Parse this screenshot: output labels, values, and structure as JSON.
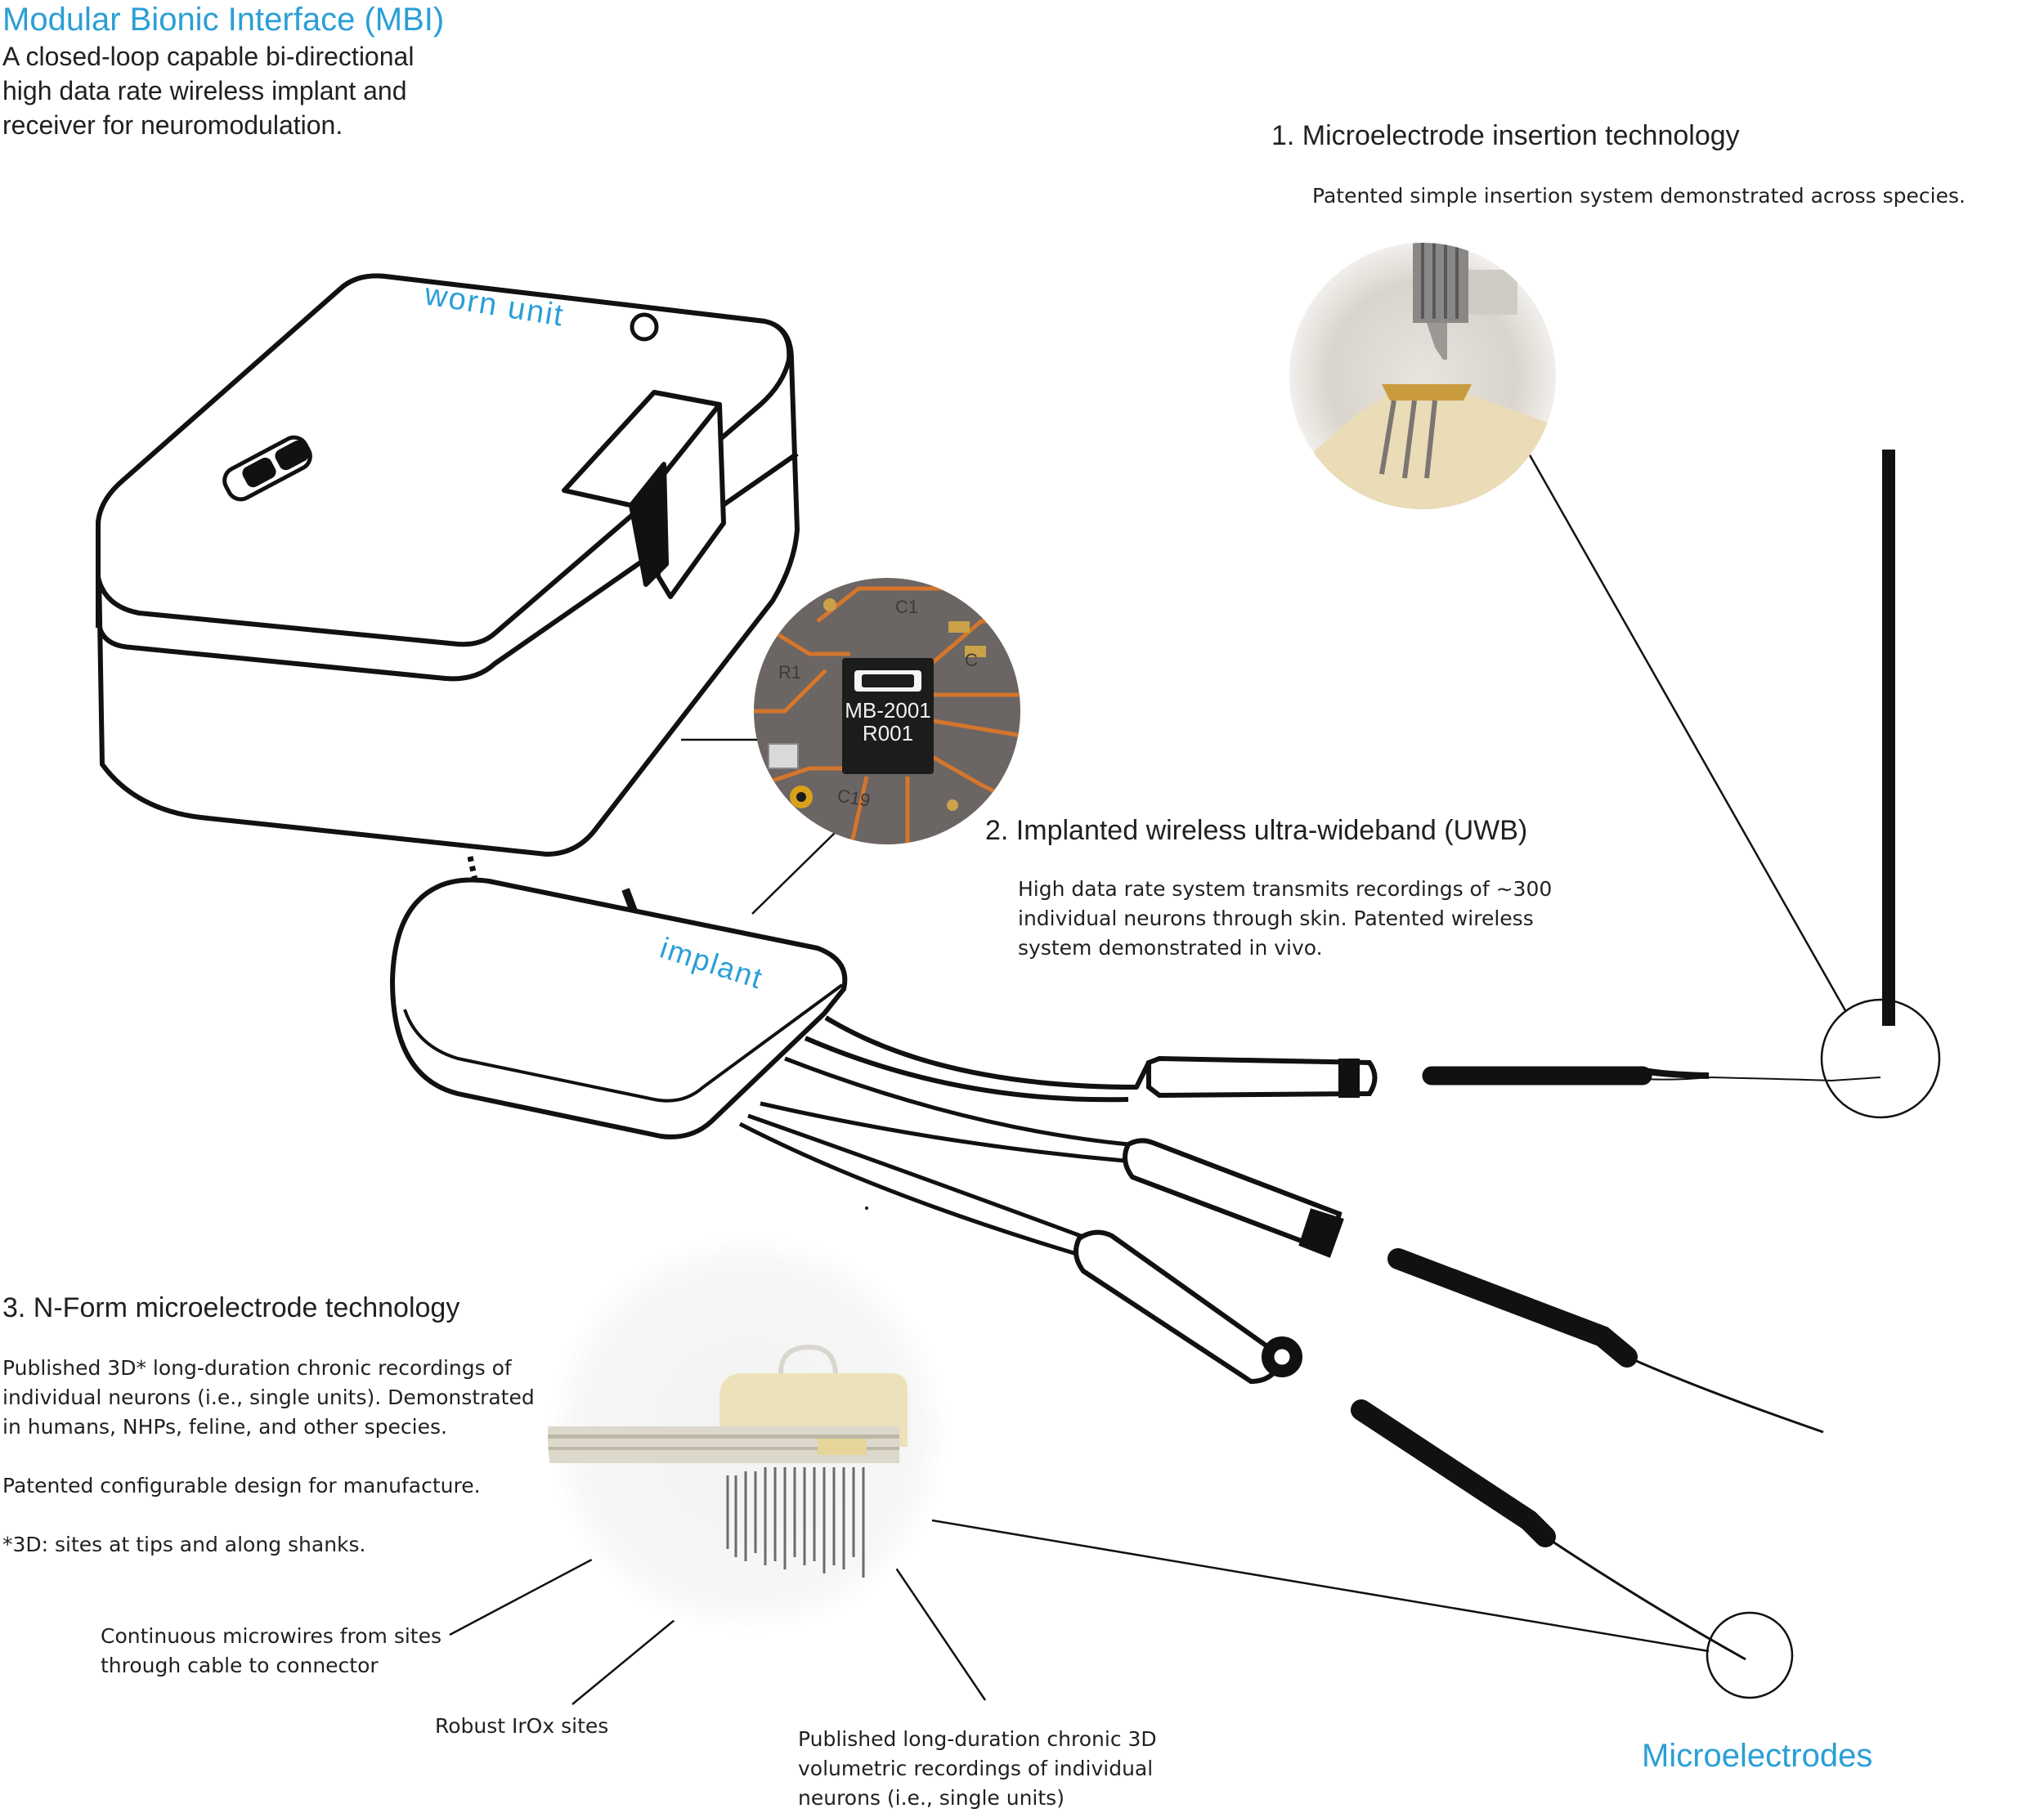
{
  "header": {
    "title": "Modular Bionic Interface (MBI)",
    "subtitle": "A closed-loop capable bi-directional\nhigh data rate wireless implant and\nreceiver for neuromodulation."
  },
  "section1": {
    "heading": "1.  Microelectrode insertion technology",
    "description": "Patented simple insertion system demonstrated across species."
  },
  "section2": {
    "heading": "2. Implanted wireless ultra-wideband (UWB)",
    "description": "High data rate system transmits recordings of ~300\nindividual neurons through skin. Patented wireless\nsystem demonstrated in vivo."
  },
  "section3": {
    "heading": "3. N-Form microelectrode technology",
    "description1": "Published 3D* long-duration chronic recordings of\nindividual neurons (i.e., single units). Demonstrated\nin humans, NHPs, feline, and other species.",
    "description2": "Patented configurable design for manufacture.",
    "footnote": "*3D: sites at tips and along shanks."
  },
  "callouts": {
    "microwires": "Continuous microwires from sites\nthrough cable to connector",
    "irox": "Robust IrOx sites",
    "volumetric": "Published long-duration chronic 3D\nvolumetric recordings of individual\nneurons (i.e., single units)"
  },
  "device_labels": {
    "worn_unit": "worn unit",
    "implant": "implant"
  },
  "chip": {
    "line1": "MB-2001",
    "line2": "R001",
    "board_labels": [
      "C19",
      "R1",
      "C1",
      "C"
    ]
  },
  "microelectrodes_label": "Microelectrodes",
  "colors": {
    "accent": "#2a9fd6",
    "text": "#231f20",
    "pcb": "#6b6563",
    "trace": "#d4762c"
  }
}
